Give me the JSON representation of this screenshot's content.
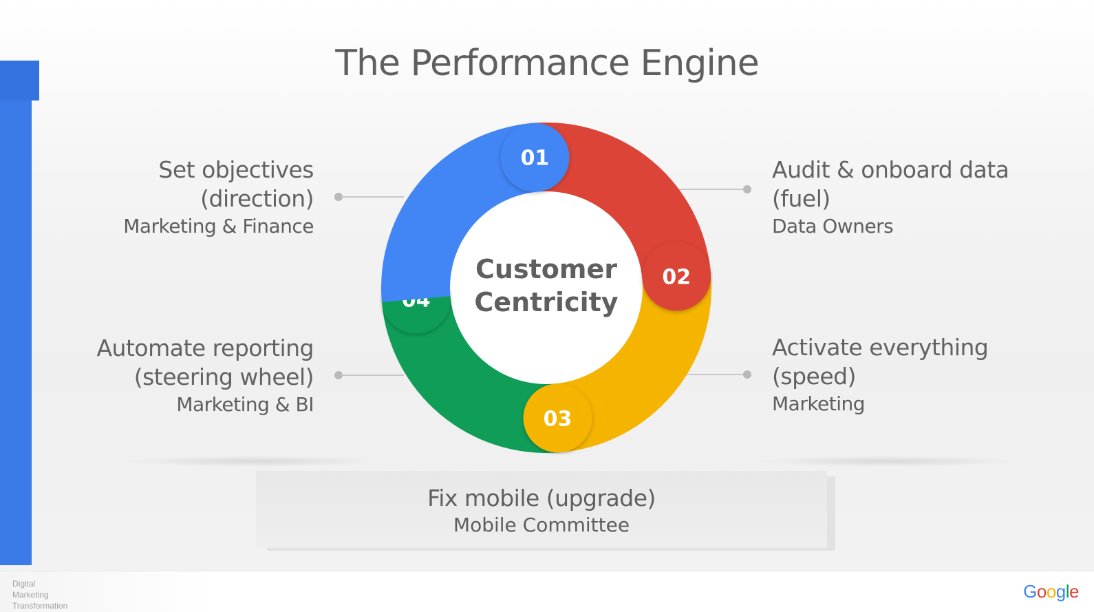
{
  "title": "The Performance Engine",
  "center": {
    "line1": "Customer",
    "line2": "Centricity"
  },
  "segments": [
    {
      "number": "01",
      "color": "#4285f4"
    },
    {
      "number": "02",
      "color": "#db4437"
    },
    {
      "number": "03",
      "color": "#f4b400"
    },
    {
      "number": "04",
      "color": "#0f9d58"
    }
  ],
  "labels": {
    "top_left": {
      "line1": "Set objectives",
      "line2": "(direction)",
      "owner": "Marketing & Finance"
    },
    "top_right": {
      "line1": "Audit & onboard data",
      "line2": "(fuel)",
      "owner": "Data Owners"
    },
    "bottom_left": {
      "line1": "Automate reporting",
      "line2": "(steering wheel)",
      "owner": "Marketing & BI"
    },
    "bottom_right": {
      "line1": "Activate everything",
      "line2": "(speed)",
      "owner": "Marketing"
    }
  },
  "bottom_box": {
    "title": "Fix mobile (upgrade)",
    "owner": "Mobile Committee"
  },
  "footer": {
    "brand_lines": [
      "Digital",
      "Marketing",
      "Transformation"
    ],
    "logo_letters": [
      "G",
      "o",
      "o",
      "g",
      "l",
      "e"
    ],
    "logo_colors": [
      "#4285f4",
      "#db4437",
      "#f4b400",
      "#4285f4",
      "#0f9d58",
      "#db4437"
    ]
  }
}
